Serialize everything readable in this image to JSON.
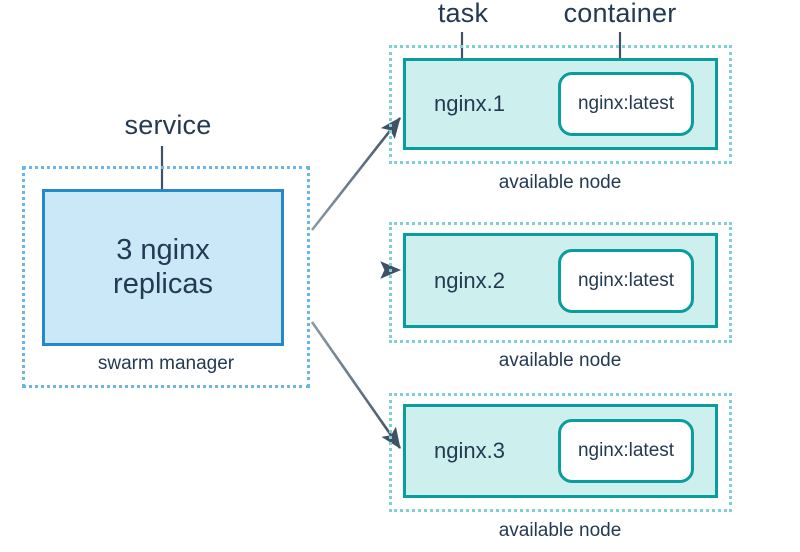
{
  "diagram": {
    "title": "Docker swarm service, task and container diagram",
    "colors": {
      "service_fill": "#cbe8f8",
      "service_border": "#2389c8",
      "manager_dash": "#6cb6e6",
      "node_fill": "#cdefee",
      "node_border": "#0a9d9d",
      "node_dash": "#7fd1d1",
      "container_fill": "#ffffff",
      "text": "#243a52",
      "arrow": "#53687d",
      "background": "#ffffff"
    }
  },
  "annotations": {
    "service": "service",
    "task": "task",
    "container": "container"
  },
  "manager": {
    "service_line1": "3 nginx",
    "service_line2": "replicas",
    "caption": "swarm manager"
  },
  "nodes": [
    {
      "task": "nginx.1",
      "container": "nginx:latest",
      "caption": "available node"
    },
    {
      "task": "nginx.2",
      "container": "nginx:latest",
      "caption": "available node"
    },
    {
      "task": "nginx.3",
      "container": "nginx:latest",
      "caption": "available node"
    }
  ]
}
